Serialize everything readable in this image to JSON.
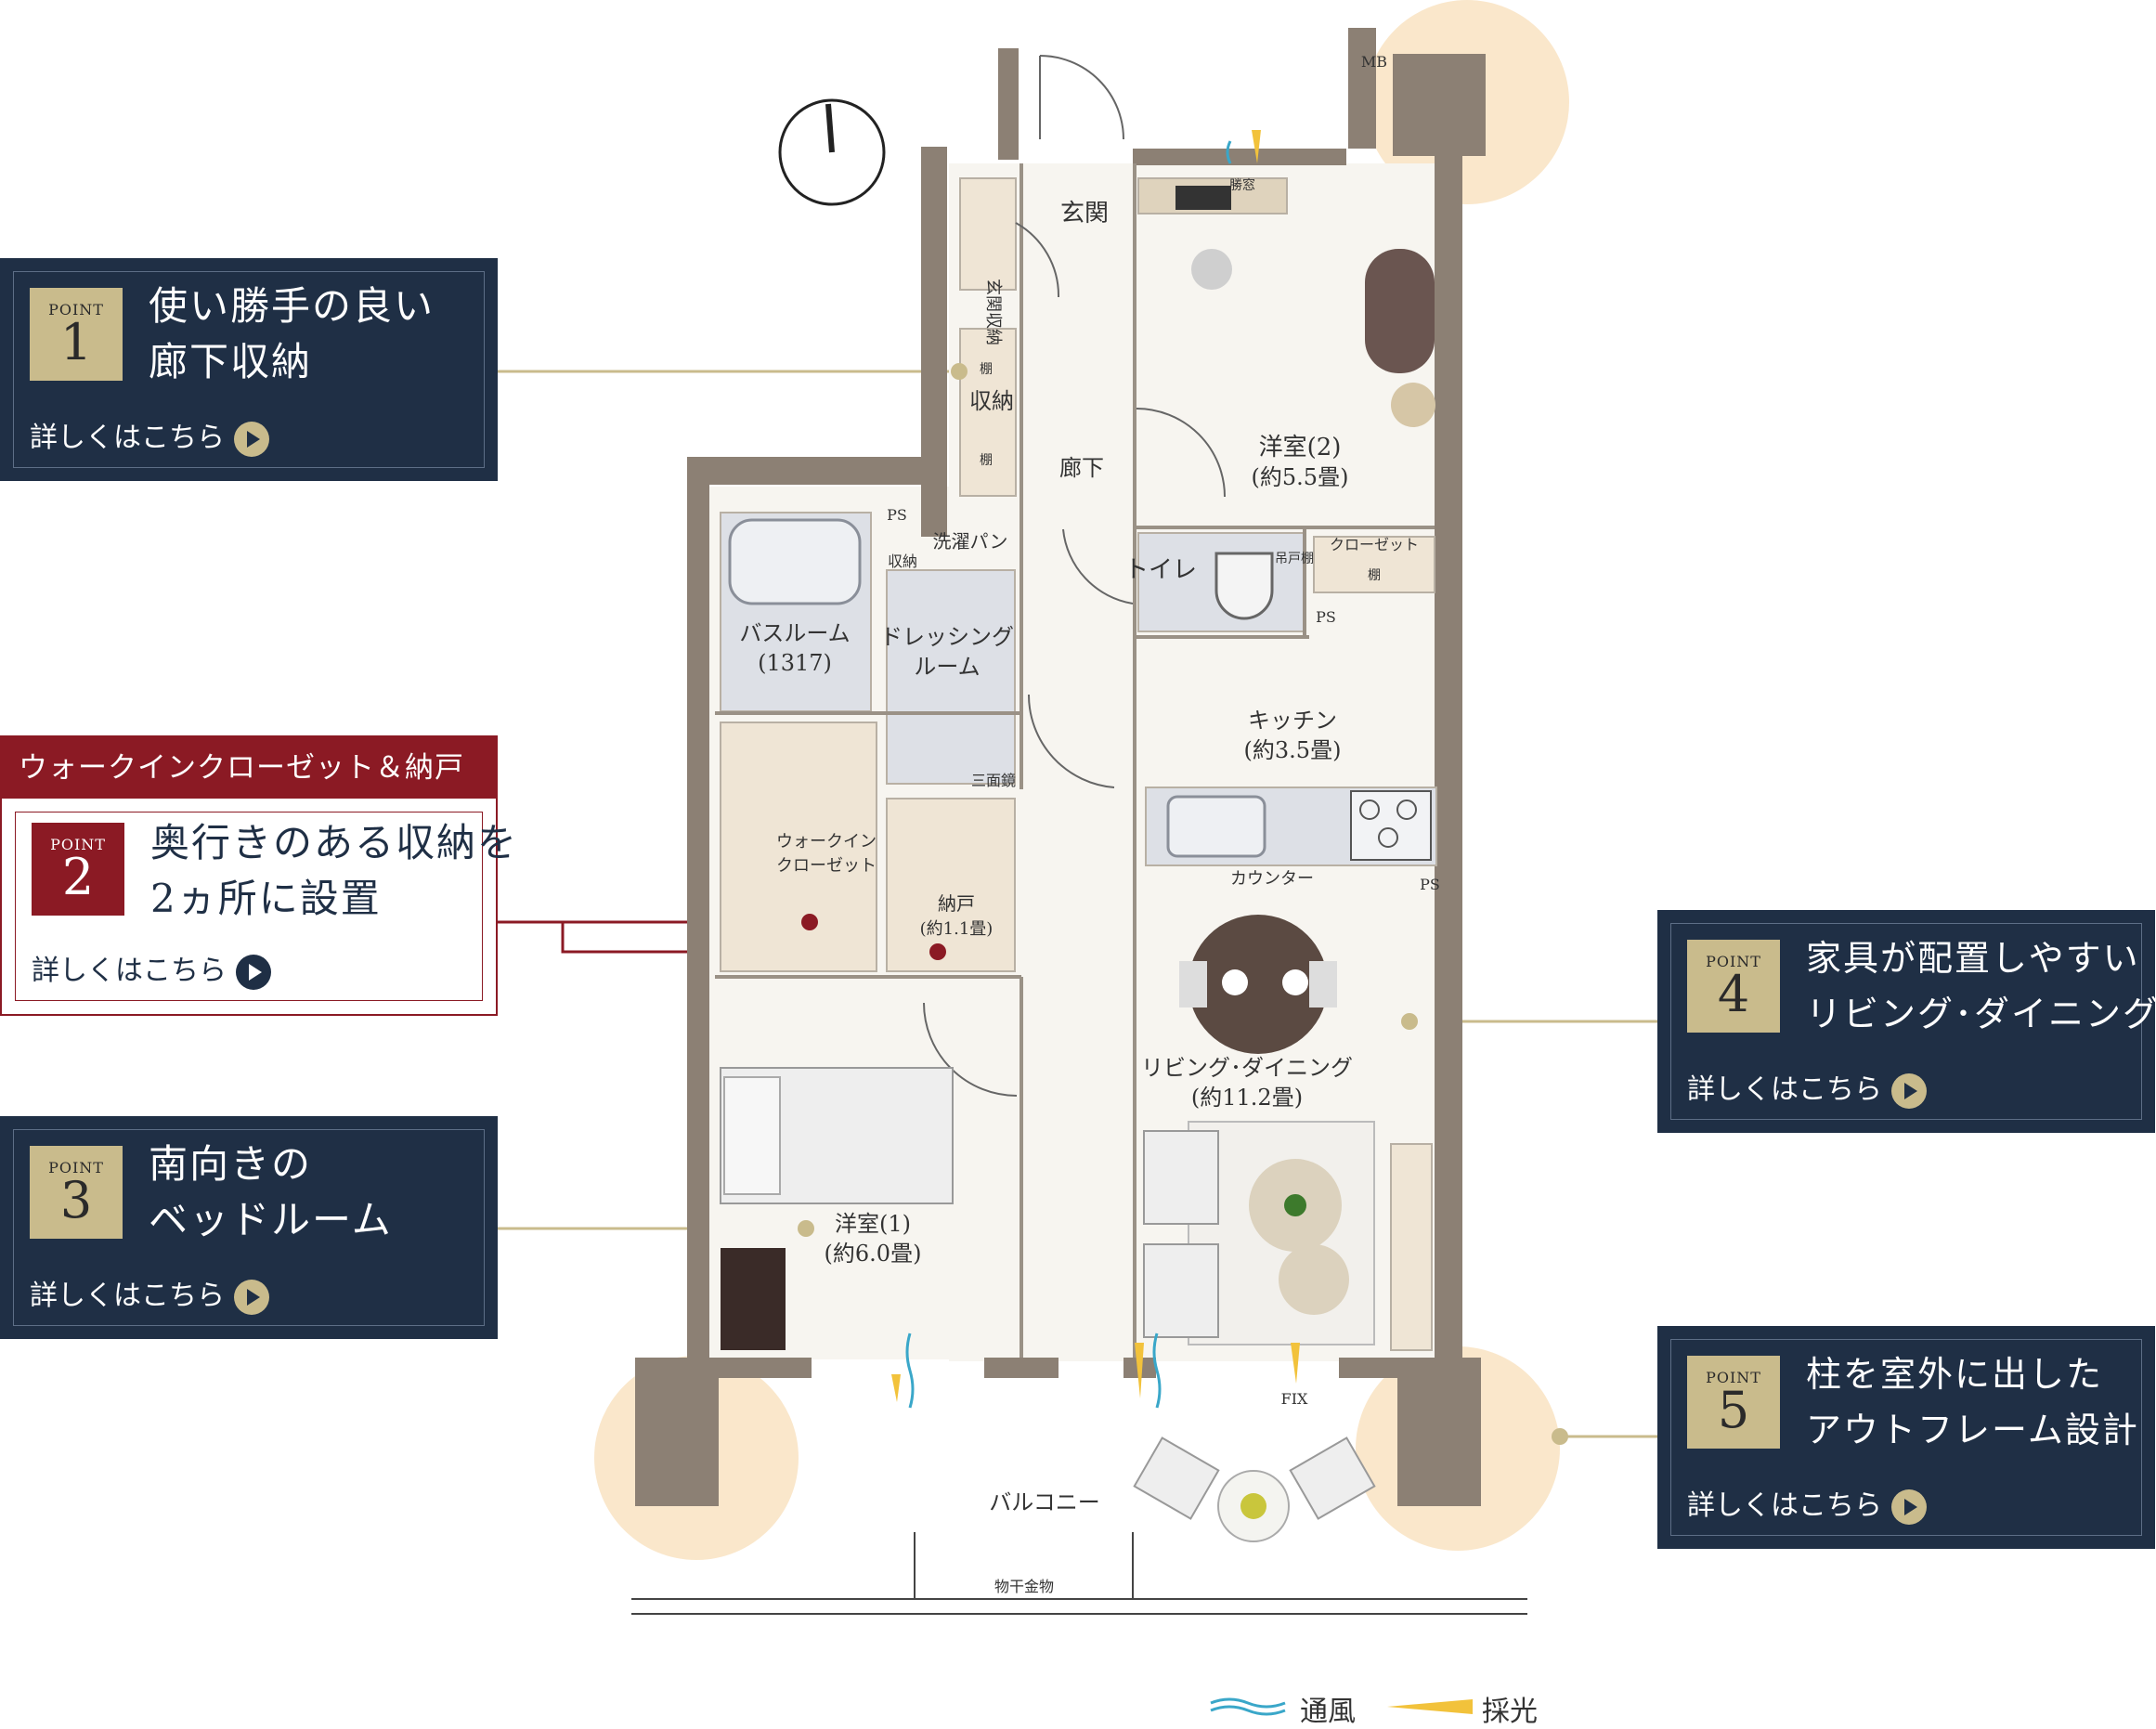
{
  "points": [
    {
      "word": "POINT",
      "num": "1",
      "line1": "使い勝手の良い",
      "line2": "廊下収納",
      "more": "詳しくはこちら"
    },
    {
      "header": "ウォークインクローゼット＆納戸",
      "word": "POINT",
      "num": "2",
      "line1": "奥行きのある収納を",
      "line2": "2ヵ所に設置",
      "more": "詳しくはこちら"
    },
    {
      "word": "POINT",
      "num": "3",
      "line1": "南向きの",
      "line2": "ベッドルーム",
      "more": "詳しくはこちら"
    },
    {
      "word": "POINT",
      "num": "4",
      "line1": "家具が配置しやすい",
      "line2": "リビング･ダイニング",
      "more": "詳しくはこちら"
    },
    {
      "word": "POINT",
      "num": "5",
      "line1": "柱を室外に出した",
      "line2": "アウトフレーム設計",
      "more": "詳しくはこちら"
    }
  ],
  "rooms": {
    "entrance": "玄関",
    "entrance_storage": "玄関収納",
    "hall_storage": "収納",
    "shelf": "棚",
    "corridor": "廊下",
    "room2_name": "洋室(2)",
    "room2_size": "(約5.5畳)",
    "closet": "クローゼット",
    "toilet": "トイレ",
    "hanging_shelf": "吊戸棚",
    "ps": "PS",
    "mb": "MB",
    "laundry": "洗濯パン",
    "small_storage": "収納",
    "bath_name": "バスルーム",
    "bath_size": "(1317)",
    "dressing1": "ドレッシング",
    "dressing2": "ルーム",
    "mirror": "三面鏡",
    "wic1": "ウォークイン",
    "wic2": "クローゼット",
    "nando_name": "納戸",
    "nando_size": "(約1.1畳)",
    "kitchen_name": "キッチン",
    "kitchen_size": "(約3.5畳)",
    "counter": "カウンター",
    "ld_name": "リビング･ダイニング",
    "ld_size": "(約11.2畳)",
    "room1_name": "洋室(1)",
    "room1_size": "(約6.0畳)",
    "balcony": "バルコニー",
    "laundry_pole": "物干金物",
    "fix": "FIX",
    "high_window": "勝窓"
  },
  "legend": {
    "wind": "通風",
    "light": "採光"
  },
  "colors": {
    "navy": "#1f2f45",
    "gold": "#c9bb8c",
    "red": "#8b1a24",
    "wall": "#8c8074",
    "floor": "#f7f5f0",
    "storage": "#efe5d5",
    "wet": "#dde0e6"
  },
  "icons": [
    "compass-icon",
    "arrow-right-icon",
    "wind-icon",
    "light-icon"
  ]
}
